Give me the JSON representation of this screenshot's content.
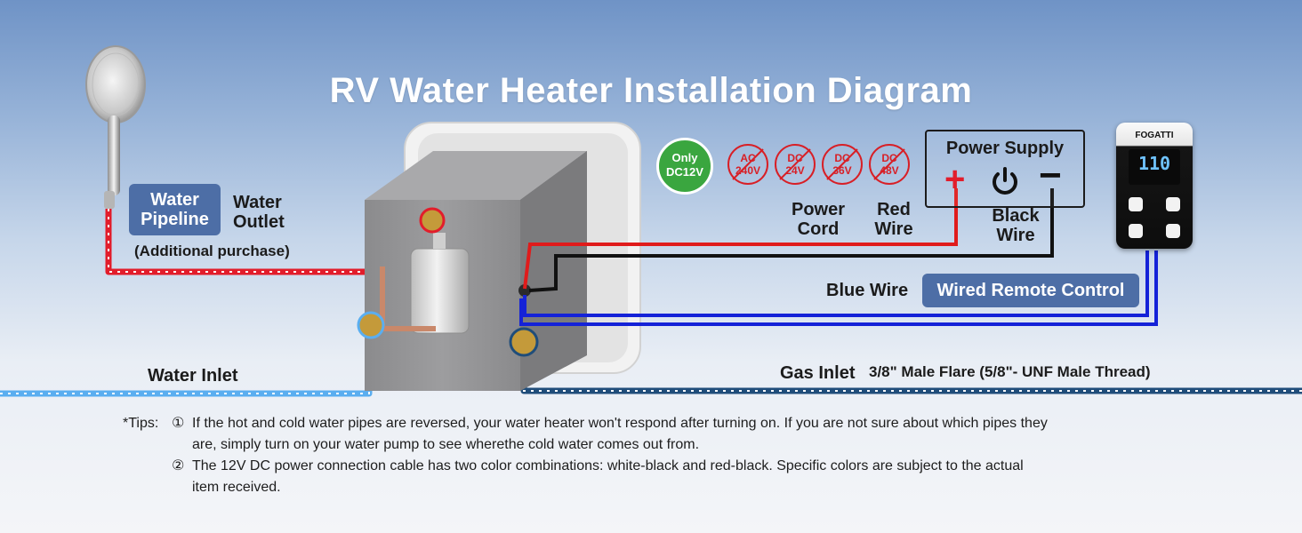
{
  "title": "RV Water Heater Installation Diagram",
  "labels": {
    "water_pipeline": "Water Pipeline",
    "water_outlet": "Water Outlet",
    "additional_purchase": "(Additional purchase)",
    "water_inlet": "Water Inlet",
    "gas_inlet": "Gas Inlet",
    "gas_spec": "3/8\" Male Flare (5/8\"- UNF Male Thread)",
    "power_cord": "Power Cord",
    "red_wire": "Red Wire",
    "black_wire": "Black Wire",
    "blue_wire": "Blue Wire",
    "wired_remote": "Wired Remote Control",
    "power_supply": "Power Supply"
  },
  "voltage_badges": {
    "ok": {
      "line1": "Only",
      "line2": "DC12V"
    },
    "crossed": [
      {
        "line1": "AC",
        "line2": "240V"
      },
      {
        "line1": "DC",
        "line2": "24V"
      },
      {
        "line1": "DC",
        "line2": "36V"
      },
      {
        "line1": "DC",
        "line2": "48V"
      }
    ]
  },
  "power_symbols": {
    "plus": "+",
    "minus": "−"
  },
  "remote": {
    "brand": "FOGATTI",
    "display": "110"
  },
  "tips": {
    "prefix": "*Tips:",
    "items": [
      {
        "marker": "①",
        "text": "If the hot and cold water pipes are reversed, your water heater won't respond after turning on. If you are not sure about which pipes they",
        "text2": "are, simply turn on your water pump to see wherethe cold water comes out from."
      },
      {
        "marker": "②",
        "text": "The 12V DC power connection cable has two color combinations: white-black and red-black. Specific colors are subject to the actual",
        "text2": "item received."
      }
    ]
  },
  "colors": {
    "hot_pipe": "#e21d2b",
    "cold_pipe": "#5aaef0",
    "gas_pipe": "#1f4d7a",
    "red_wire": "#e01b1b",
    "black_wire": "#111111",
    "blue_wire": "#1422d8",
    "tag_bg": "#4d6ea6",
    "ok_badge": "#3aa63f"
  },
  "icons": [
    "shower-head-icon",
    "power-icon",
    "plus-icon",
    "minus-icon"
  ]
}
